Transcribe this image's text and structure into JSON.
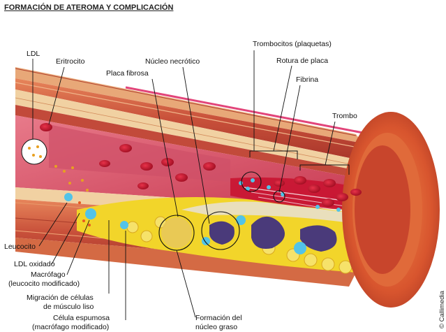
{
  "title": "FORMACIÓN DE ATEROMA Y COMPLICACIÓN",
  "labels": {
    "ldl": "LDL",
    "eritrocito": "Eritrocito",
    "nucleo_necrotico": "Núcleo necrótico",
    "placa_fibrosa": "Placa fibrosa",
    "trombocitos": "Trombocitos (plaquetas)",
    "rotura_placa": "Rotura de placa",
    "fibrina": "Fibrina",
    "trombo": "Trombo",
    "leucocito": "Leucocito",
    "ldl_oxidado": "LDL oxidado",
    "macrofago_line1": "Macrófago",
    "macrofago_line2": "(leucocito modificado)",
    "migracion_line1": "Migración de células",
    "migracion_line2": "de músculo liso",
    "celula_espumosa_line1": "Célula espumosa",
    "celula_espumosa_line2": "(macrófago modificado)",
    "formacion_line1": "Formación del",
    "formacion_line2": "núcleo graso"
  },
  "credit": "© Callimedia",
  "colors": {
    "vessel_wall": "#c8503a",
    "wall_stripe": "#e9a06a",
    "endothelium": "#f3d6a8",
    "lumen": "#d9455a",
    "blood_cell": "#c8102e",
    "fatty_core": "#f2d52a",
    "necrotic": "#4a3a7a",
    "cyan_cell": "#52c3e8",
    "intima_pink": "#e0588a"
  }
}
